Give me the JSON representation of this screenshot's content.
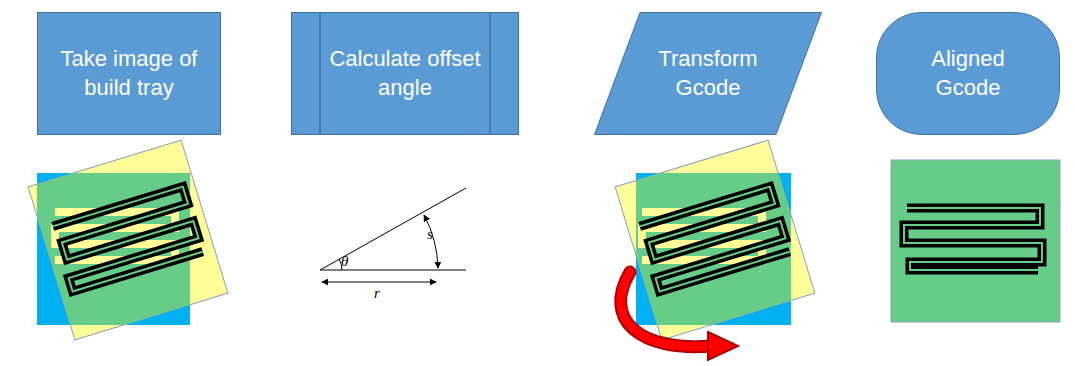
{
  "diagram": {
    "nodes": [
      {
        "text": [
          "Take image of build tray"
        ]
      },
      {
        "text": [
          "Calculate offset angle"
        ]
      },
      {
        "text": [
          "Transform Gcode"
        ]
      },
      {
        "text": [
          "Aligned Gcode"
        ]
      }
    ],
    "labels": [
      "θ",
      "s",
      "r"
    ]
  }
}
